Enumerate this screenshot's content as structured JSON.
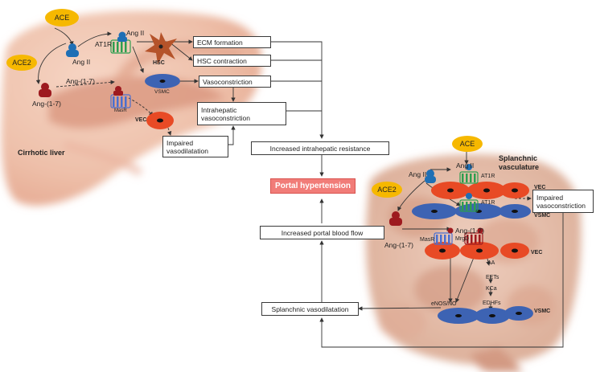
{
  "colors": {
    "enzyme": "#f6b800",
    "portal_fill": "#f17c78",
    "receptor_green": "#2e9e4f",
    "receptor_blue": "#4a6fd0",
    "vsmc_blue": "#3d63b3",
    "vec_red": "#e84a25",
    "ang_ii_blue": "#1f6fb5",
    "ang17_red": "#9d1a1f"
  },
  "enzymes": {
    "ace_top": "ACE",
    "ace2_left": "ACE2",
    "ace_right": "ACE",
    "ace2_right": "ACE2"
  },
  "liver": {
    "title": "Cirrhotic liver",
    "ang_ii_label": "Ang II",
    "ang_ii_receptor_label": "Ang II",
    "at1r_label": "AT1R",
    "hsc_label": "HSC",
    "vsmc_label": "VSMC",
    "vec_label": "VEC",
    "masr_label": "MasR",
    "ang17_label": "Ang-(1-7)",
    "ang17_arrow_label": "Ang-(1-7)"
  },
  "liver_boxes": {
    "ecm": "ECM formation",
    "hsc_contraction": "HSC contraction",
    "vasoconstriction": "Vasoconstriction",
    "intrahepatic_line1": "Intrahepatic",
    "intrahepatic_line2": "vasoconstriction",
    "impaired_line1": "Impaired",
    "impaired_line2": "vasodilatation"
  },
  "flow": {
    "resistance": "Increased intrahepatic resistance",
    "portal": "Portal hypertension",
    "blood_flow": "Increased portal blood flow",
    "splanchnic_vaso": "Splanchnic vasodilatation"
  },
  "splanchnic": {
    "title_line1": "Splanchnic",
    "title_line2": "vasculature",
    "ang_ii_left": "Ang II",
    "ang_ii_right": "Ang II",
    "at1r_top": "AT1R",
    "at1r_mid": "AT1R",
    "vec_top": "VEC",
    "vsmc_mid": "VSMC",
    "impaired_line1": "Impaired",
    "impaired_line2": "vasoconstriction",
    "ang17": "Ang-(1-7)",
    "ang17_mid": "Ang-(1-7)",
    "masr": "MasR",
    "mrgd": "MrgD",
    "vec_bottom": "VEC",
    "aa": "AA",
    "eets": "EETs",
    "kca": "KCa",
    "edhfs": "EDHFs",
    "enos": "eNOS/NO",
    "vsmc_bottom": "VSMC"
  }
}
